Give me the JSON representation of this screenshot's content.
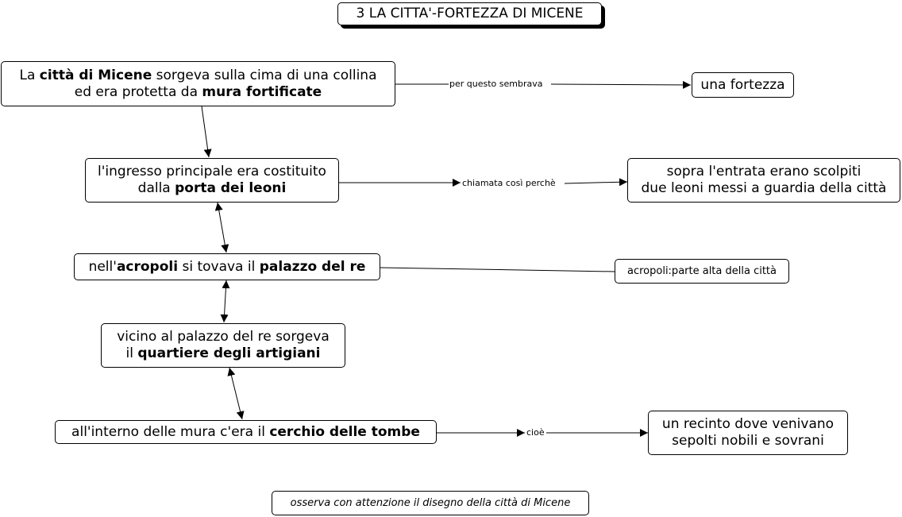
{
  "title": "3 LA CITTA'-FORTEZZA DI MICENE",
  "nodes": {
    "collina": {
      "line1": [
        "La ",
        "città di Micene",
        " sorgeva sulla cima di una collina"
      ],
      "line2": [
        "ed era protetta da ",
        "mura fortificate",
        ""
      ]
    },
    "fortezza": "una fortezza",
    "ingresso": {
      "line1": "l'ingresso principale era costituito",
      "line2": [
        "dalla ",
        "porta dei leoni"
      ]
    },
    "leoni": {
      "line1": "sopra l'entrata erano scolpiti",
      "line2": "due leoni messi a guardia della città"
    },
    "acropoli": [
      "nell'",
      "acropoli",
      " si tovava il ",
      "palazzo del re"
    ],
    "acropoli_def": "acropoli:parte alta della città",
    "quartiere": {
      "line1": "vicino al palazzo del re sorgeva",
      "line2": [
        "il ",
        "quartiere degli artigiani"
      ]
    },
    "tombe": [
      "all'interno delle mura c'era il ",
      "cerchio delle tombe"
    ],
    "recinto": {
      "line1": "un recinto dove venivano",
      "line2": "sepolti nobili e sovrani"
    },
    "osserva": "osserva con attenzione il disegno della città di Micene"
  },
  "links": {
    "per_questo": "per questo sembrava",
    "chiamata": "chiamata così perchè",
    "cioe": "cioè"
  },
  "colors": {
    "line": "#000000",
    "background": "#ffffff"
  }
}
